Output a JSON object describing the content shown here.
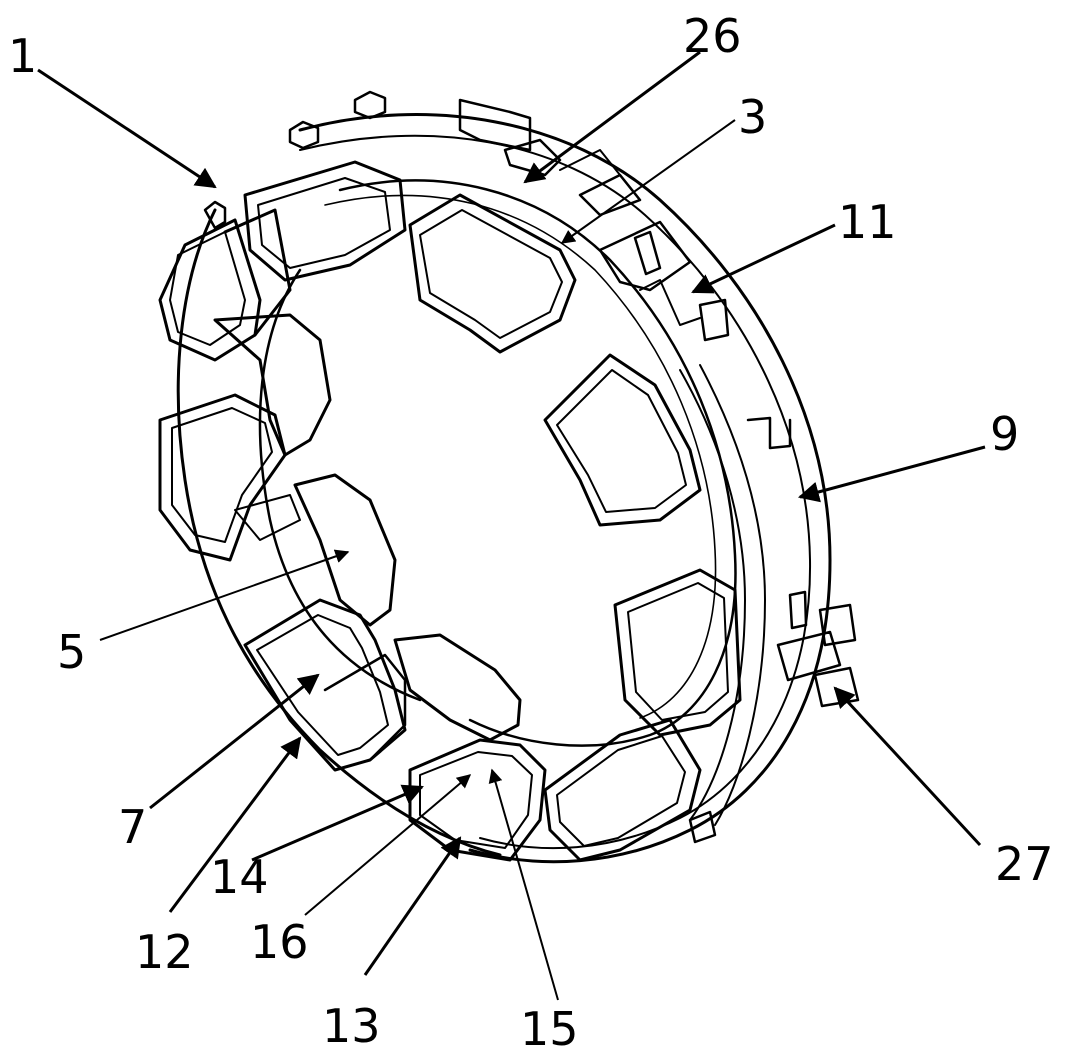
{
  "figure": {
    "labels": [
      {
        "id": "1",
        "text": "1"
      },
      {
        "id": "26",
        "text": "26"
      },
      {
        "id": "3",
        "text": "3"
      },
      {
        "id": "11",
        "text": "11"
      },
      {
        "id": "9",
        "text": "9"
      },
      {
        "id": "5",
        "text": "5"
      },
      {
        "id": "7",
        "text": "7"
      },
      {
        "id": "12",
        "text": "12"
      },
      {
        "id": "14",
        "text": "14"
      },
      {
        "id": "16",
        "text": "16"
      },
      {
        "id": "13",
        "text": "13"
      },
      {
        "id": "15",
        "text": "15"
      },
      {
        "id": "27",
        "text": "27"
      }
    ]
  }
}
